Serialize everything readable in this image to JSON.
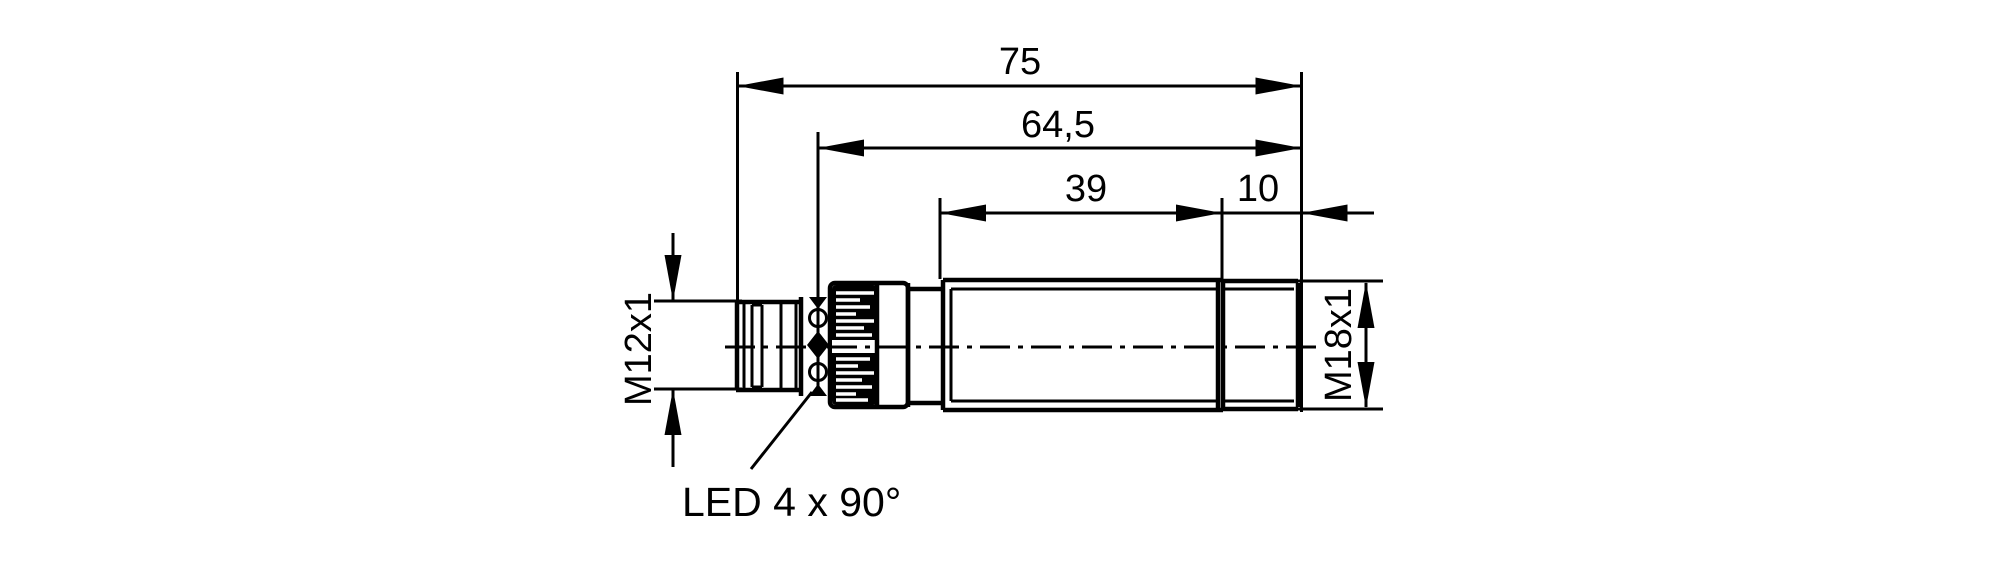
{
  "page": {
    "background": "#ffffff"
  },
  "drawing": {
    "type": "technical-dimension-drawing",
    "subject": "cylindrical sensor, side view, M18 housing with M12 connector",
    "colors": {
      "line": "#000000",
      "background": "#ffffff"
    },
    "dimensions": {
      "overall_length": "75",
      "housing_length": "64,5",
      "body_length": "39",
      "thread_length": "10",
      "connector_thread": "M12x1",
      "housing_thread": "M18x1"
    },
    "annotations": {
      "led_label": "LED 4 x 90°"
    }
  }
}
